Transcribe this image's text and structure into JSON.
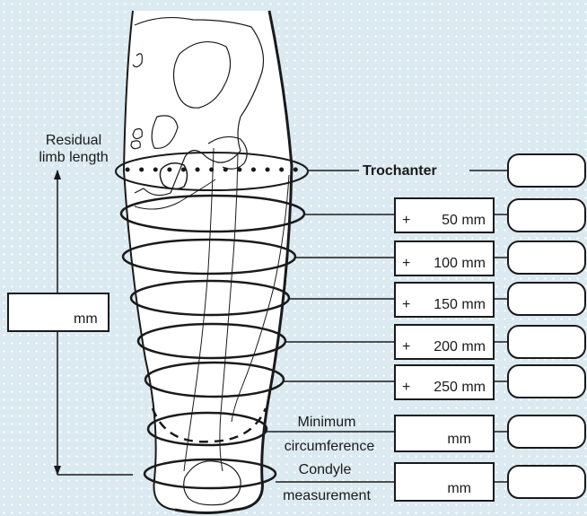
{
  "labels": {
    "residual_line1": "Residual",
    "residual_line2": "limb length",
    "trochanter": "Trochanter",
    "minimum_line1": "Minimum",
    "minimum_line2": "circumference",
    "condyle_line1": "Condyle",
    "condyle_line2": "measurement",
    "length_unit": "mm"
  },
  "measurement_boxes": [
    {
      "prefix": "+",
      "value": "50 mm"
    },
    {
      "prefix": "+",
      "value": "100 mm"
    },
    {
      "prefix": "+",
      "value": "150 mm"
    },
    {
      "prefix": "+",
      "value": "200 mm"
    },
    {
      "prefix": "+",
      "value": "250 mm"
    },
    {
      "prefix": "",
      "value": "mm"
    },
    {
      "prefix": "",
      "value": "mm"
    }
  ],
  "colors": {
    "background": "#dbe9f0",
    "ink": "#1a1a1a",
    "box": "#ffffff"
  }
}
